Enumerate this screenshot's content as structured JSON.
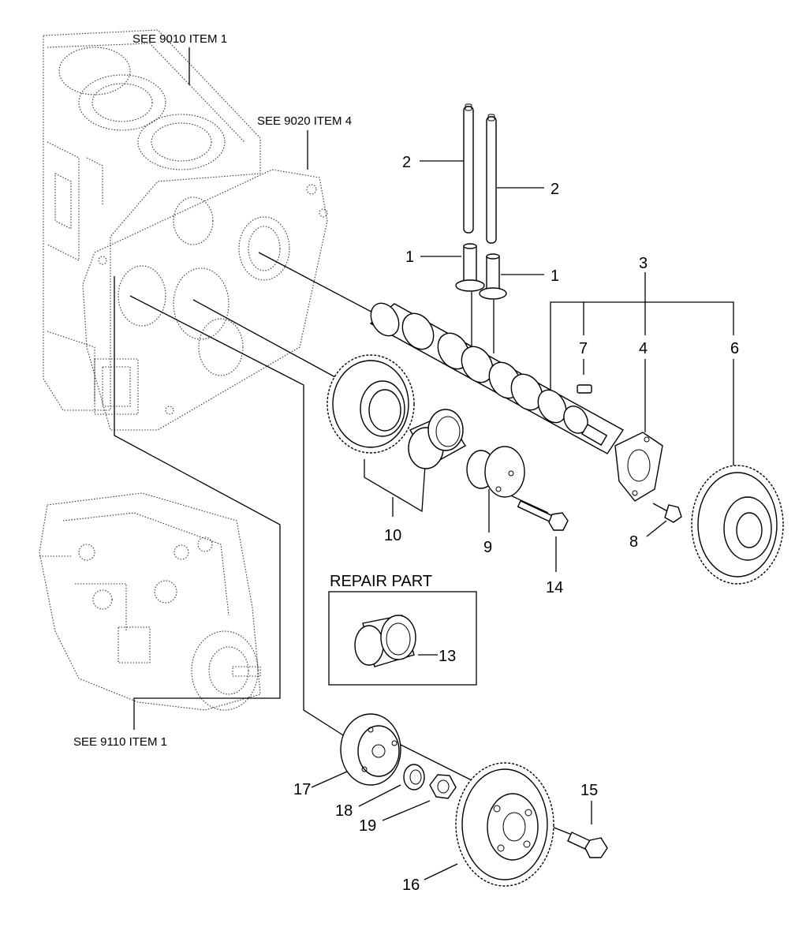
{
  "references": {
    "block": "SEE 9010 ITEM 1",
    "gear_case": "SEE 9020 ITEM 4",
    "injection_pump": "SEE 9110 ITEM 1"
  },
  "repair_part": {
    "title": "REPAIR PART",
    "item": "13"
  },
  "callouts": {
    "c1a": "1",
    "c1b": "1",
    "c2a": "2",
    "c2b": "2",
    "c3": "3",
    "c4": "4",
    "c6": "6",
    "c7": "7",
    "c8": "8",
    "c9": "9",
    "c10": "10",
    "c14": "14",
    "c15": "15",
    "c16": "16",
    "c17": "17",
    "c18": "18",
    "c19": "19"
  }
}
